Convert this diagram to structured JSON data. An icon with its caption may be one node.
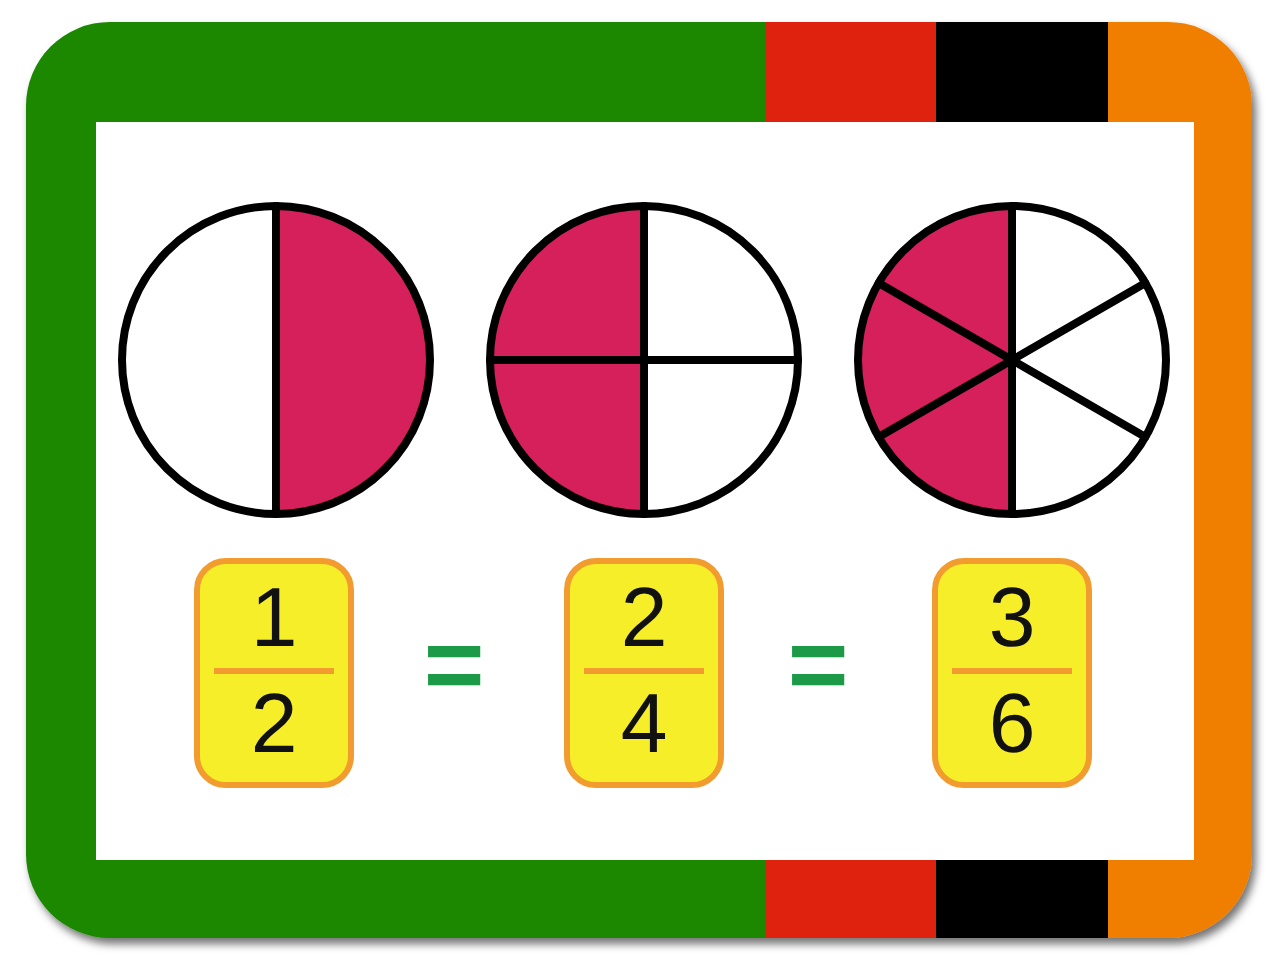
{
  "diagram": {
    "nodes": [
      {
        "text": [
          "1",
          "2"
        ]
      },
      {
        "text": [
          "2",
          "4"
        ]
      },
      {
        "text": [
          "3",
          "6"
        ]
      }
    ],
    "labels": [
      "=",
      "="
    ]
  }
}
